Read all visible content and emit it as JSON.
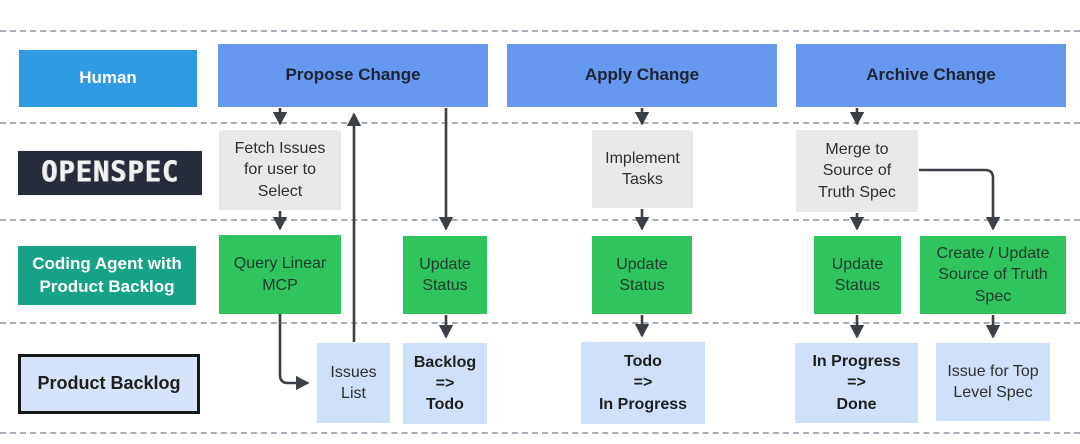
{
  "lanes": [
    {
      "label": "Human"
    },
    {
      "label": "OPENSPEC"
    },
    {
      "label": "Coding Agent with\nProduct Backlog"
    },
    {
      "label": "Product Backlog"
    }
  ],
  "columns": [
    {
      "header": "Propose Change",
      "openspec_box": "Fetch Issues\nfor user to\nSelect",
      "agent_boxes": [
        "Query Linear\nMCP",
        "Update\nStatus"
      ],
      "backlog_boxes": [
        "Issues\nList",
        "Backlog\n=>\nTodo"
      ]
    },
    {
      "header": "Apply Change",
      "openspec_box": "Implement\nTasks",
      "agent_boxes": [
        "Update\nStatus"
      ],
      "backlog_boxes": [
        "Todo\n=>\nIn Progress"
      ]
    },
    {
      "header": "Archive Change",
      "openspec_box": "Merge to\nSource of\nTruth Spec",
      "agent_boxes": [
        "Update\nStatus",
        "Create / Update\nSource of Truth\nSpec"
      ],
      "backlog_boxes": [
        "In Progress\n=>\nDone",
        "Issue for Top\nLevel Spec"
      ]
    }
  ],
  "colors": {
    "human_blue": "#2e9be2",
    "header_blue": "#6598ee",
    "task_gray": "#e9e9e9",
    "agent_green": "#2fc45e",
    "agent_teal": "#16a385",
    "backlog_light_blue": "#cfe0fb",
    "backlog_label_blue": "#d7e3f9",
    "logo_background": "#262c3a",
    "arrow_dark": "#3b3f46",
    "dash_gray": "#a9aeb6"
  }
}
